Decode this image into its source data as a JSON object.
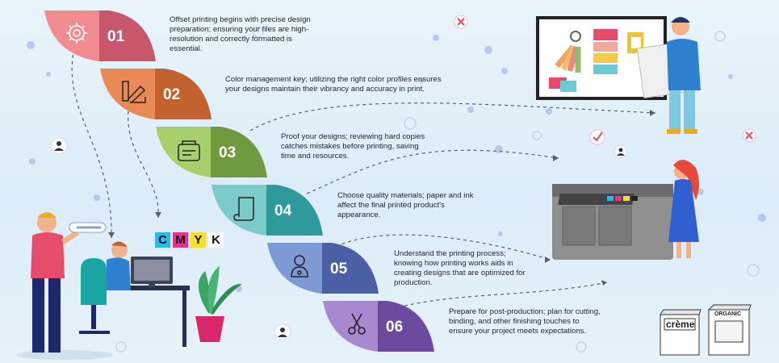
{
  "steps": [
    {
      "number": "01",
      "text": "Offset printing begins with precise design preparation; ensuring your files are high-resolution and correctly formatted is essential.",
      "icon": "gear-icon",
      "color": "#f08c8f",
      "dark": "#c8576b"
    },
    {
      "number": "02",
      "text": "Color management key; utilizing the right color profiles ensures your designs maintain their vibrancy and accuracy in print.",
      "icon": "color-swatch-icon",
      "color": "#e98a56",
      "dark": "#c4622f"
    },
    {
      "number": "03",
      "text": "Proof your designs; reviewing hard copies catches mistakes before printing, saving time and resources.",
      "icon": "printer-icon",
      "color": "#a7cf6c",
      "dark": "#6f9a3d"
    },
    {
      "number": "04",
      "text": "Choose quality materials; paper and ink affect the final printed product's appearance.",
      "icon": "paper-scroll-icon",
      "color": "#7ccaca",
      "dark": "#2f9a9c"
    },
    {
      "number": "05",
      "text": "Understand the printing process; knowing how printing works aids in creating designs that are optimized for production.",
      "icon": "worker-icon",
      "color": "#7e99d4",
      "dark": "#4a5fa6"
    },
    {
      "number": "06",
      "text": "Prepare for post-production; plan for cutting, binding, and other finishing touches to ensure your project meets expectations.",
      "icon": "scissors-icon",
      "color": "#a889cf",
      "dark": "#6c4aa0"
    }
  ],
  "cmyk": [
    {
      "letter": "C",
      "color": "#2fb8e6"
    },
    {
      "letter": "M",
      "color": "#e0338f"
    },
    {
      "letter": "Y",
      "color": "#f6df2a"
    },
    {
      "letter": "K",
      "color": "#ffffff"
    }
  ],
  "packages": {
    "creme": "crème",
    "organic": "ORGANIC"
  }
}
